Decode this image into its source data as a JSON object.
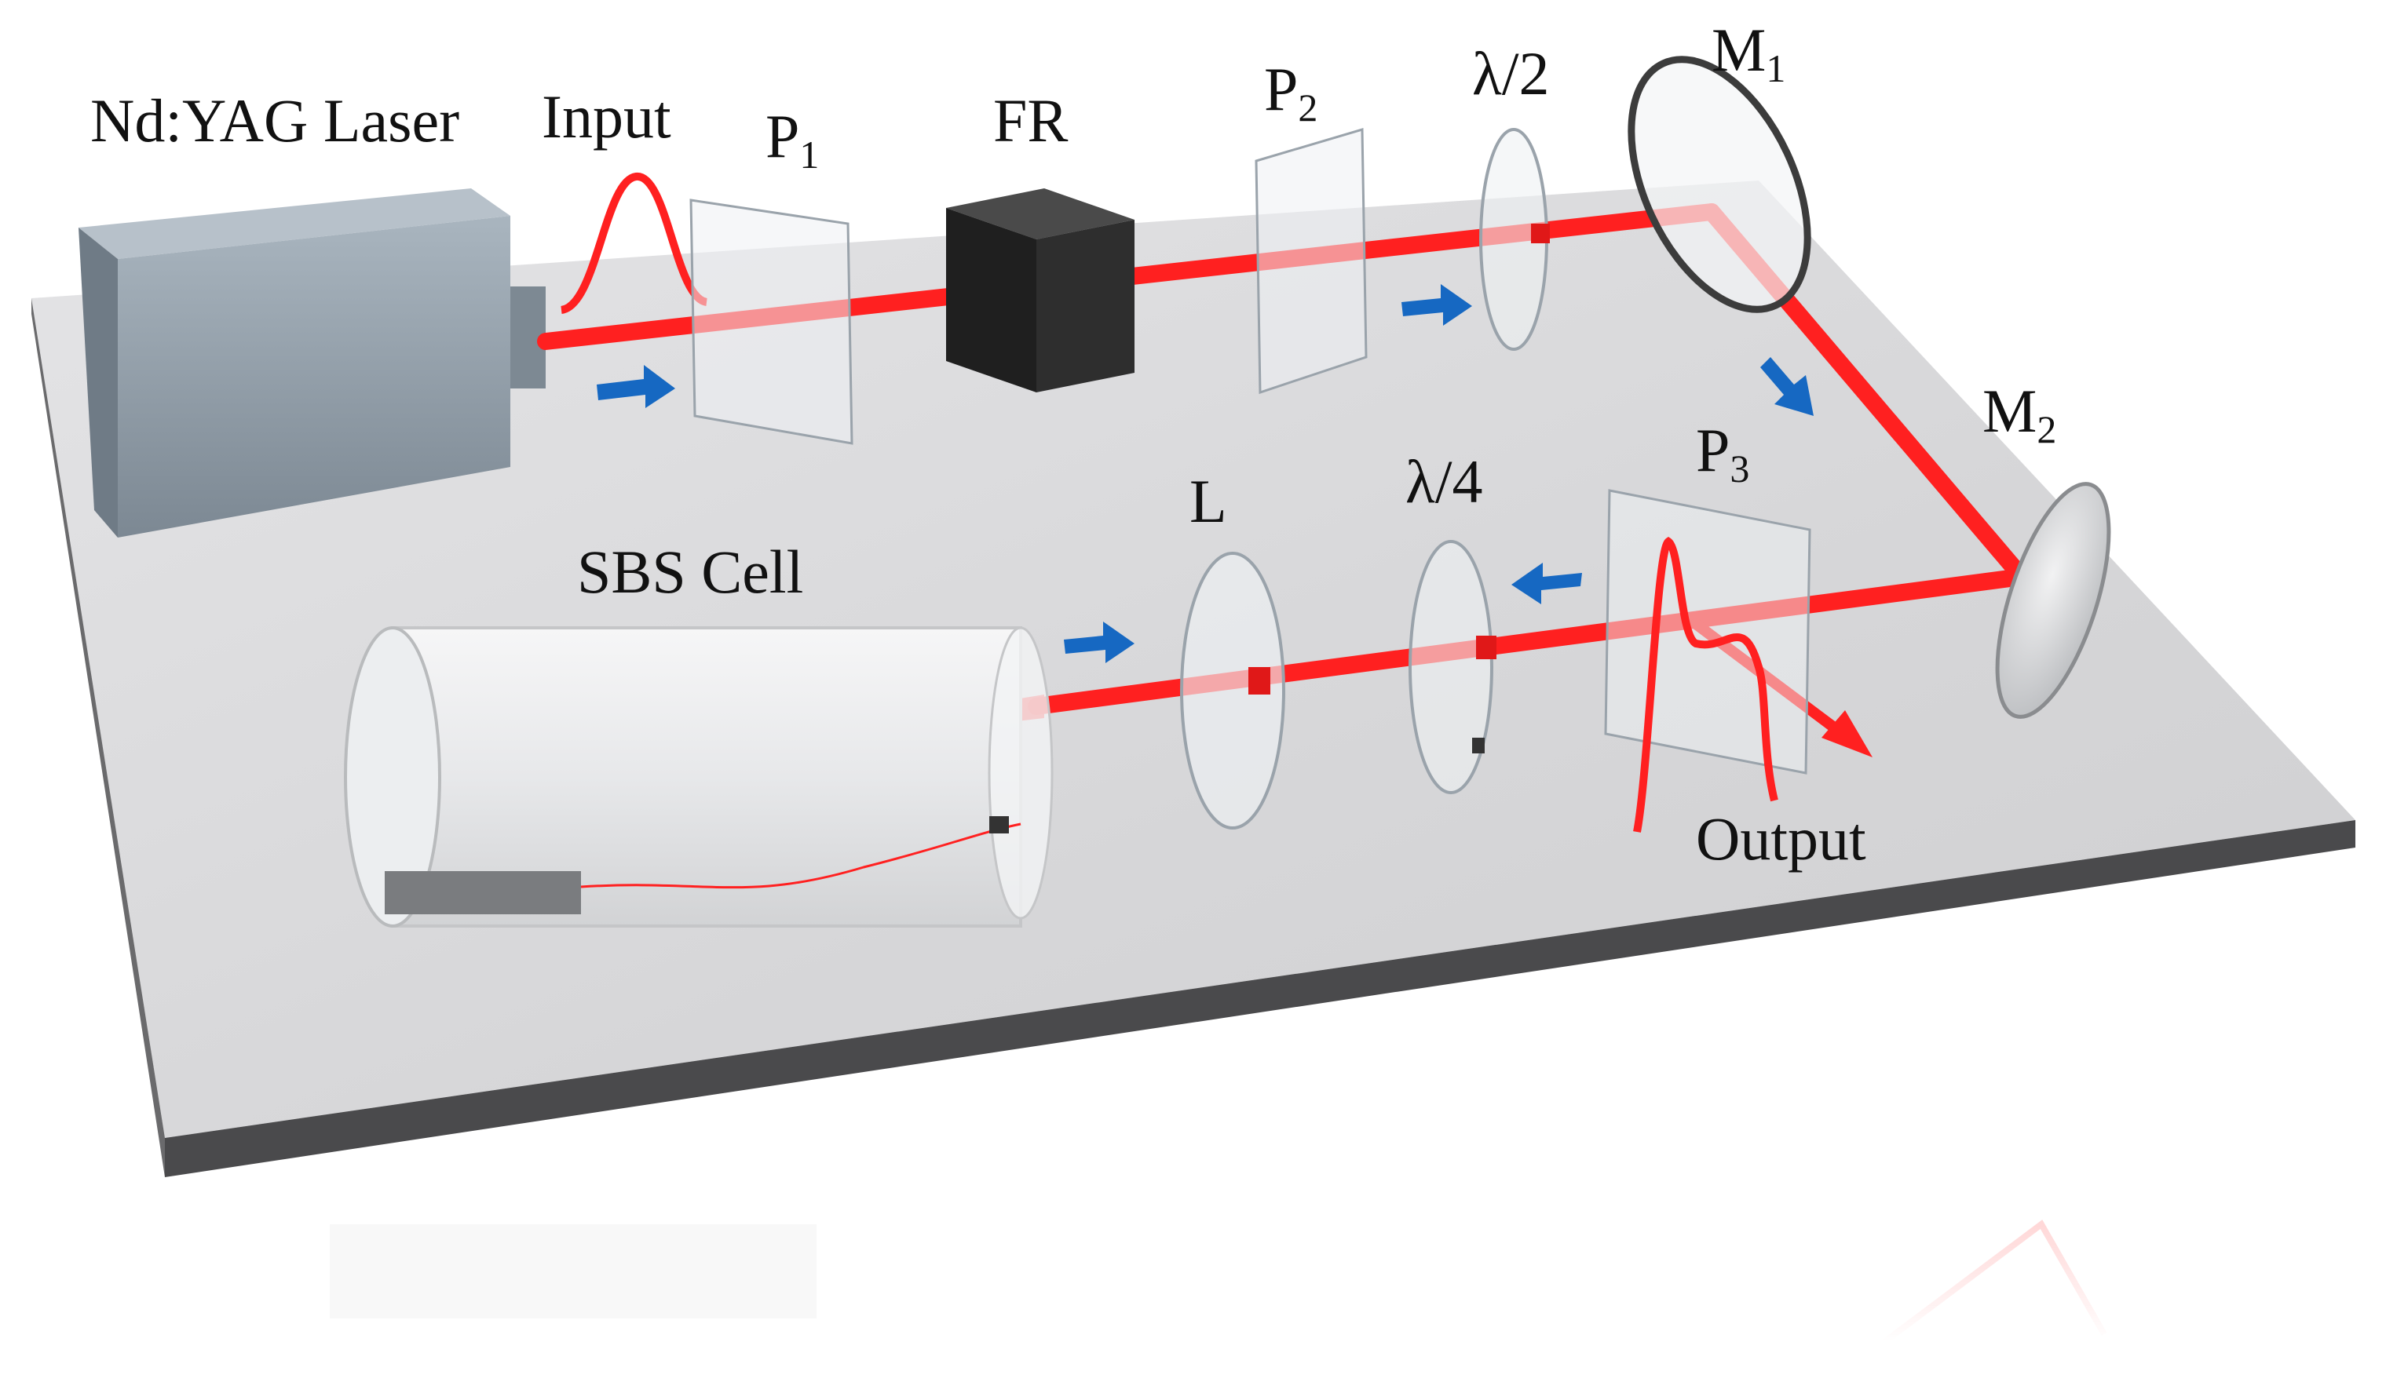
{
  "labels": {
    "laser": "Nd:YAG Laser",
    "input": "Input",
    "p1_main": "P",
    "p1_sub": "1",
    "fr": "FR",
    "p2_main": "P",
    "p2_sub": "2",
    "half_wave": "λ/2",
    "m1_main": "M",
    "m1_sub": "1",
    "m2_main": "M",
    "m2_sub": "2",
    "p3_main": "P",
    "p3_sub": "3",
    "quarter_wave": "λ/4",
    "lens": "L",
    "sbs_cell": "SBS Cell",
    "output": "Output"
  },
  "colors": {
    "beam": "#ff2020",
    "arrow": "#1668c2",
    "table_top": "#d9d9db",
    "table_edge": "#4a4a4c",
    "laser_body": "#8d9aa6",
    "faraday_rotator": "#2b2b2b"
  }
}
